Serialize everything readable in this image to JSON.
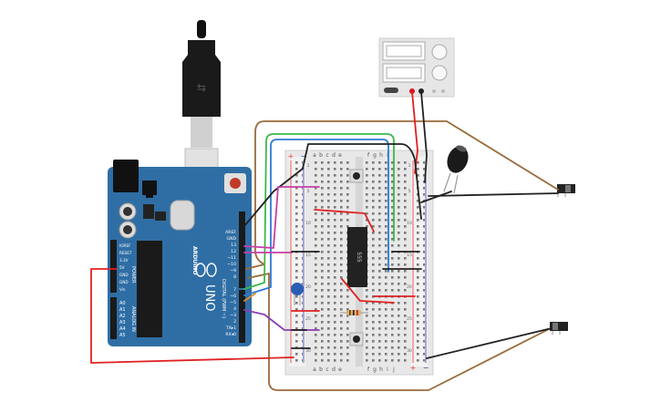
{
  "canvas": {
    "background": "#ffffff"
  },
  "arduino": {
    "board_color": "#2f6ea5",
    "brand": "ARDUINO",
    "model": "UNO",
    "power_header": [
      "IOREF",
      "RESET",
      "3.3V",
      "5V",
      "GND",
      "GND",
      "Vin"
    ],
    "power_title": "POWER",
    "analog_header": [
      "A0",
      "A1",
      "A2",
      "A3",
      "A4",
      "A5"
    ],
    "analog_title": "ANALOG IN",
    "digital_header": [
      "AREF",
      "GND",
      "13",
      "12",
      "~11",
      "~10",
      "~9",
      "8",
      "7",
      "~6",
      "~5",
      "4",
      "~3",
      "2",
      "TX▸1",
      "RX◂0"
    ],
    "digital_title": "DIGITAL (PWM ~)",
    "aref_label": "AREF",
    "gnd_label": "GND"
  },
  "breadboard": {
    "columns_left": [
      "a",
      "b",
      "c",
      "d",
      "e"
    ],
    "columns_right": [
      "f",
      "g",
      "h",
      "i",
      "j"
    ],
    "row_numbers": [
      "1",
      "5",
      "10",
      "15",
      "20",
      "25",
      "30"
    ],
    "plus": "+",
    "minus": "−",
    "chip_label": "555"
  },
  "power_supply": {
    "color": "#e6e6e6"
  },
  "colors": {
    "wire_red": "#e02020",
    "wire_black": "#222222",
    "wire_green": "#3bb84a",
    "wire_blue": "#2c7ad6",
    "wire_purple": "#8a3fb5",
    "wire_magenta": "#c63fa8",
    "wire_brown": "#9a6a3a",
    "wire_orange": "#e08a2a"
  }
}
